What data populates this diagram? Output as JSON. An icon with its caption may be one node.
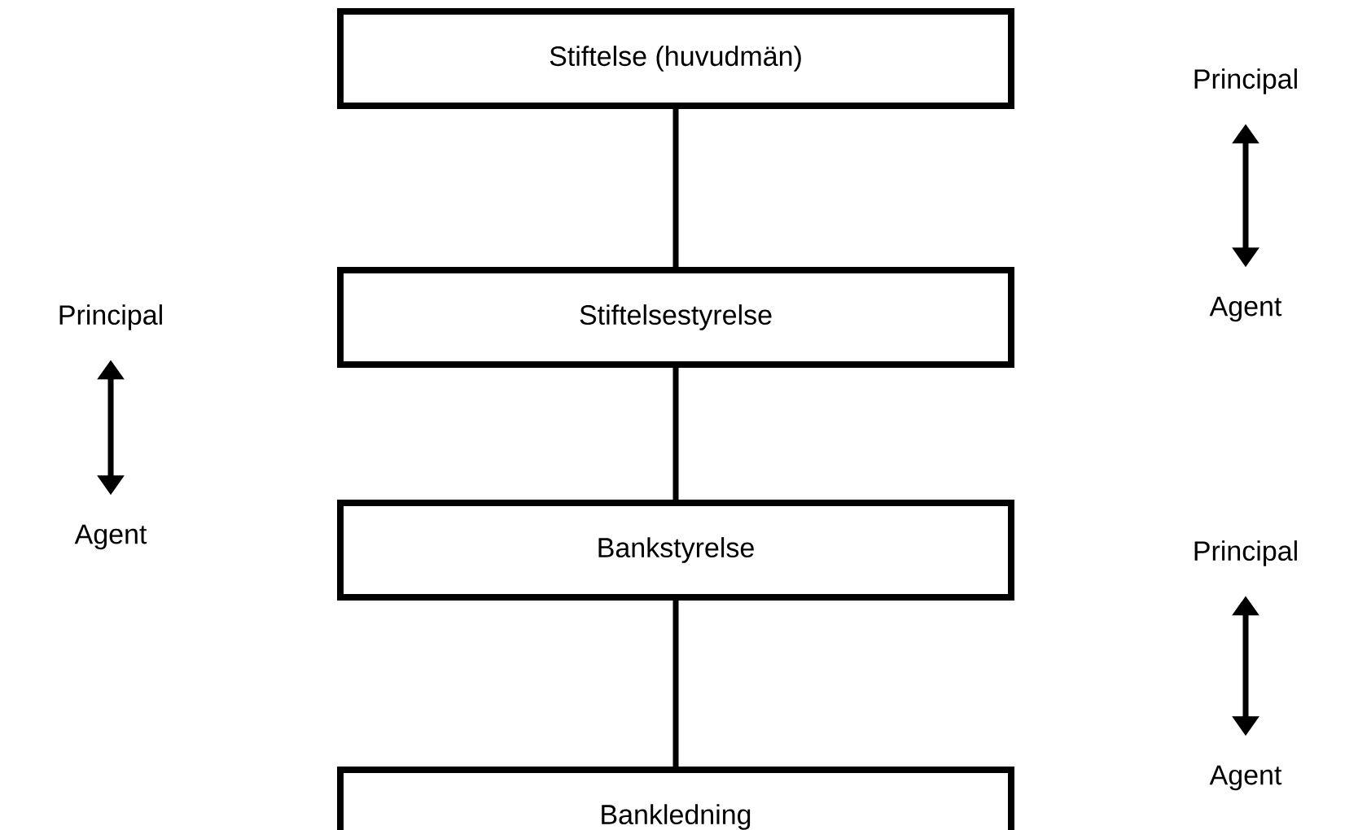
{
  "diagram": {
    "nodes": [
      {
        "text": [
          "Stiftelse (huvudmän)"
        ]
      },
      {
        "text": [
          "Stiftelsestyrelse"
        ]
      },
      {
        "text": [
          "Bankstyrelse"
        ]
      },
      {
        "text": [
          "Bankledning"
        ]
      },
      {
        "text": [
          "Principal"
        ]
      },
      {
        "text": [
          "Agent"
        ]
      },
      {
        "text": [
          "Principal"
        ]
      },
      {
        "text": [
          "Agent"
        ]
      },
      {
        "text": [
          "Principal"
        ]
      },
      {
        "text": [
          "Agent"
        ]
      }
    ],
    "edges": [
      {
        "from": 0,
        "to": 1,
        "arrow": "none"
      },
      {
        "from": 1,
        "to": 2,
        "arrow": "none"
      },
      {
        "from": 2,
        "to": 3,
        "arrow": "none"
      },
      {
        "from": 4,
        "to": 5,
        "arrow": "both"
      },
      {
        "from": 6,
        "to": 7,
        "arrow": "both"
      },
      {
        "from": 8,
        "to": 9,
        "arrow": "both"
      }
    ]
  }
}
